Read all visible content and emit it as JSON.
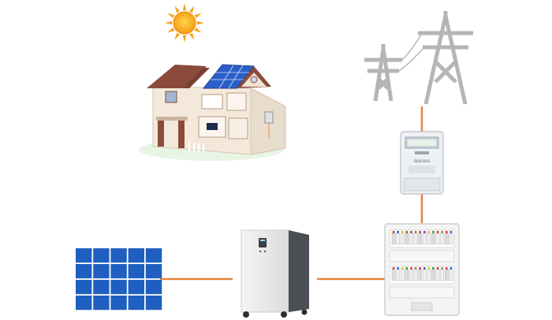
{
  "diagram": {
    "components": [
      {
        "id": "sun",
        "icon": "sun-icon"
      },
      {
        "id": "house",
        "icon": "house-icon"
      },
      {
        "id": "grid",
        "icon": "transmission-tower-icon"
      },
      {
        "id": "meter",
        "icon": "electricity-meter-icon",
        "label": "DDS-BUS"
      },
      {
        "id": "solar-panel",
        "icon": "solar-panel-icon"
      },
      {
        "id": "battery",
        "icon": "battery-storage-icon"
      },
      {
        "id": "distribution-box",
        "icon": "distribution-box-icon"
      }
    ],
    "connections": [
      {
        "from": "grid",
        "to": "meter"
      },
      {
        "from": "meter",
        "to": "distribution-box"
      },
      {
        "from": "solar-panel",
        "to": "battery"
      },
      {
        "from": "battery",
        "to": "distribution-box"
      }
    ]
  },
  "colors": {
    "wire": "#e8823f",
    "tower": "#b5b5b5",
    "panel": "#1f5fbf",
    "sun": "#f7a21b",
    "roof_solar": "#2a5fc7",
    "house_wall": "#f2e6d8",
    "roof": "#8b4a3c"
  }
}
